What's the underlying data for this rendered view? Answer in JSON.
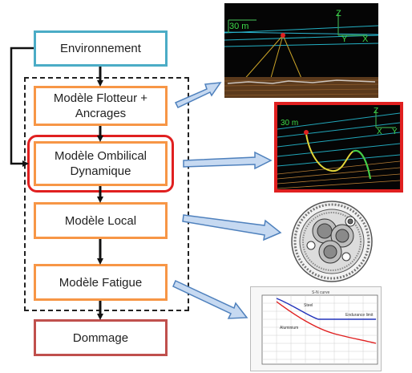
{
  "boxes": {
    "environment": "Environnement",
    "floater_line1": "Modèle Flotteur +",
    "floater_line2": "Ancrages",
    "umbilical_line1": "Modèle Ombilical",
    "umbilical_line2": "Dynamique",
    "local": "Modèle Local",
    "fatigue": "Modèle Fatigue",
    "damage": "Dommage"
  },
  "thumbnails": {
    "mooring": {
      "scale": "30 m",
      "axis_z": "Z",
      "axis_y": "Y",
      "axis_x": "X"
    },
    "umbilical": {
      "scale": "30 m",
      "axis_z": "Z",
      "axis_x": "X",
      "axis_y": "Y"
    },
    "sn_curve": {
      "title": "S-N curve",
      "label_steel": "Steel",
      "label_endurance": "Endurance limit",
      "label_aluminium": "Aluminium"
    }
  },
  "colors": {
    "environment_border": "#4bacc6",
    "model_border": "#f79646",
    "damage_border": "#c0504d",
    "highlight": "#e02020",
    "arrow_fill": "#c6d9f1",
    "arrow_stroke": "#4f81bd"
  }
}
